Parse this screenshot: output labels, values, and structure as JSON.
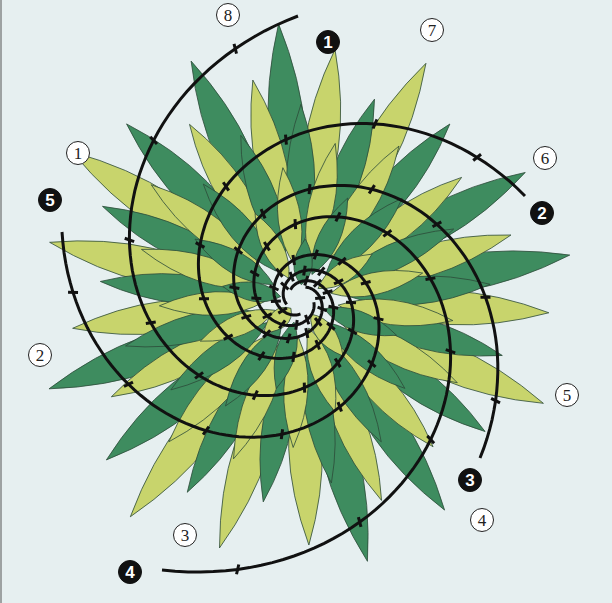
{
  "diagram": {
    "labels": [
      "8",
      "1",
      "7",
      "1",
      "6",
      "5",
      "2",
      "2",
      "5",
      "3",
      "4",
      "3",
      "4"
    ]
  }
}
